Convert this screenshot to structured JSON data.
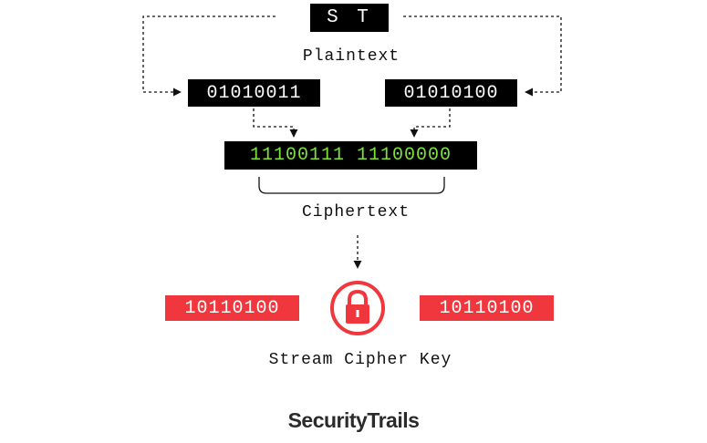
{
  "plaintext": {
    "letters": "S T",
    "label": "Plaintext",
    "bits": [
      "01010011",
      "01010100"
    ]
  },
  "ciphertext": {
    "bits": "11100111 11100000",
    "label": "Ciphertext",
    "bit_color": "#7ee03a"
  },
  "key": {
    "left_bits": "10110100",
    "right_bits": "10110100",
    "label": "Stream Cipher Key",
    "icon": "padlock-icon",
    "color": "#f0373d"
  },
  "brand": {
    "name": "SecurityTrails"
  }
}
